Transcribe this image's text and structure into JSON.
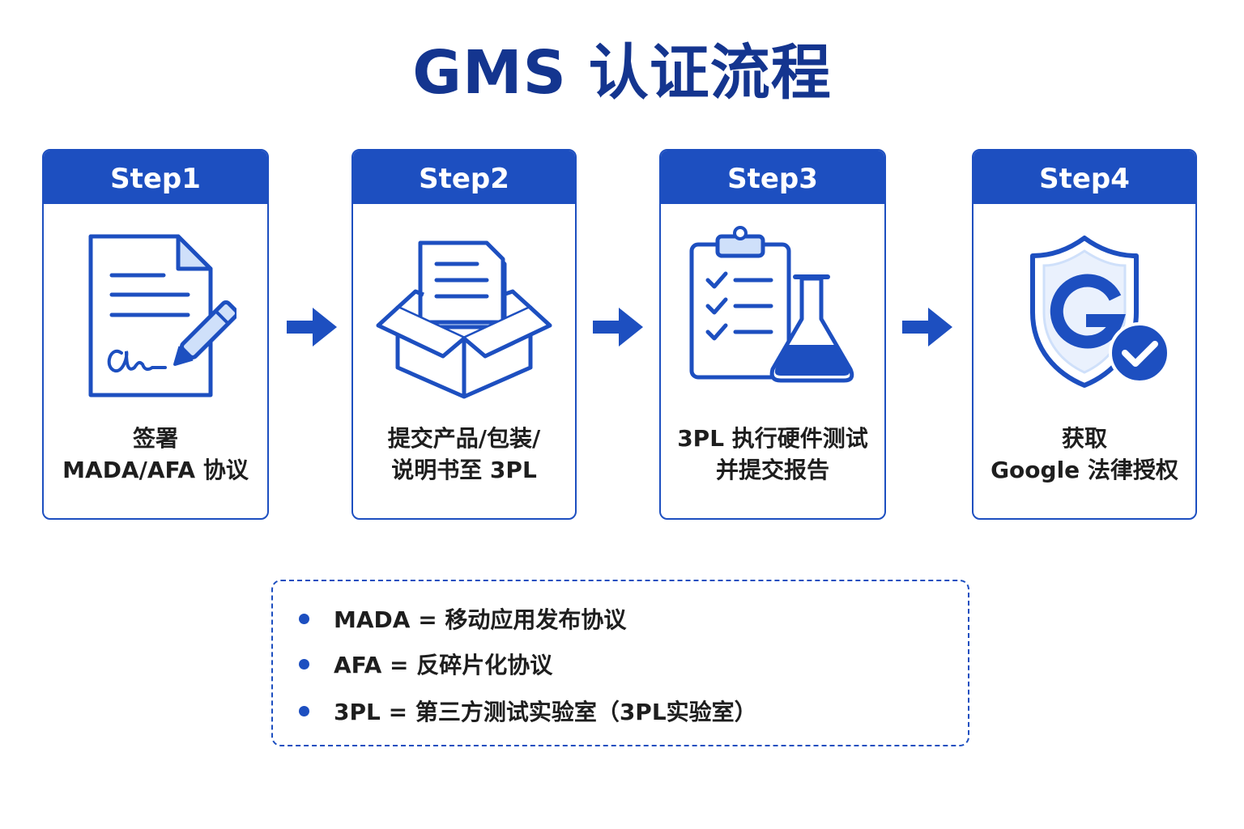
{
  "title": "GMS 认证流程",
  "colors": {
    "primary": "#1d4fc0",
    "title": "#14358f",
    "light_fill": "#cfe0fa"
  },
  "steps": [
    {
      "label": "Step1",
      "icon": "document-signature-icon",
      "text_lines": [
        "签署",
        "MADA/AFA 协议"
      ]
    },
    {
      "label": "Step2",
      "icon": "box-document-icon",
      "text_lines": [
        "提交产品/包装/",
        "说明书至 3PL"
      ]
    },
    {
      "label": "Step3",
      "icon": "clipboard-flask-icon",
      "text_lines": [
        "3PL 执行硬件测试",
        "并提交报告"
      ]
    },
    {
      "label": "Step4",
      "icon": "google-shield-check-icon",
      "text_lines": [
        "获取",
        "Google 法律授权"
      ]
    }
  ],
  "arrows": [
    "right-arrow-icon",
    "right-arrow-icon",
    "right-arrow-icon"
  ],
  "legend": [
    {
      "term": "MADA",
      "definition": "= 移动应用发布协议"
    },
    {
      "term": "AFA",
      "definition": "= 反碎片化协议"
    },
    {
      "term": "3PL",
      "definition": "= 第三方测试实验室（3PL实验室）"
    }
  ]
}
